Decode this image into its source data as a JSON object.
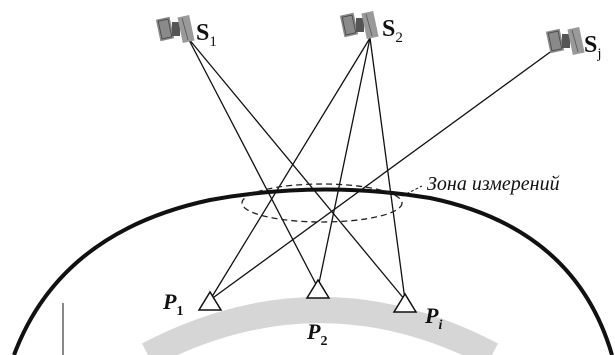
{
  "satellites": [
    {
      "id": "s1",
      "letter": "S",
      "sub": "1"
    },
    {
      "id": "s2",
      "letter": "S",
      "sub": "2"
    },
    {
      "id": "sj",
      "letter": "S",
      "sub": "j"
    }
  ],
  "stations": [
    {
      "id": "p1",
      "letter": "P",
      "sub": "1"
    },
    {
      "id": "p2",
      "letter": "P",
      "sub": "2"
    },
    {
      "id": "pi",
      "letter": "P",
      "sub": "i"
    }
  ],
  "zone_label": "Зона измерений",
  "colors": {
    "ink": "#111111",
    "inner_band": "#d6d6d6",
    "zone_dash": "#222222",
    "satellite_panel": "#8a8a8a"
  },
  "icons": {
    "satellite": "satellite-icon",
    "station": "triangle-marker-icon"
  }
}
